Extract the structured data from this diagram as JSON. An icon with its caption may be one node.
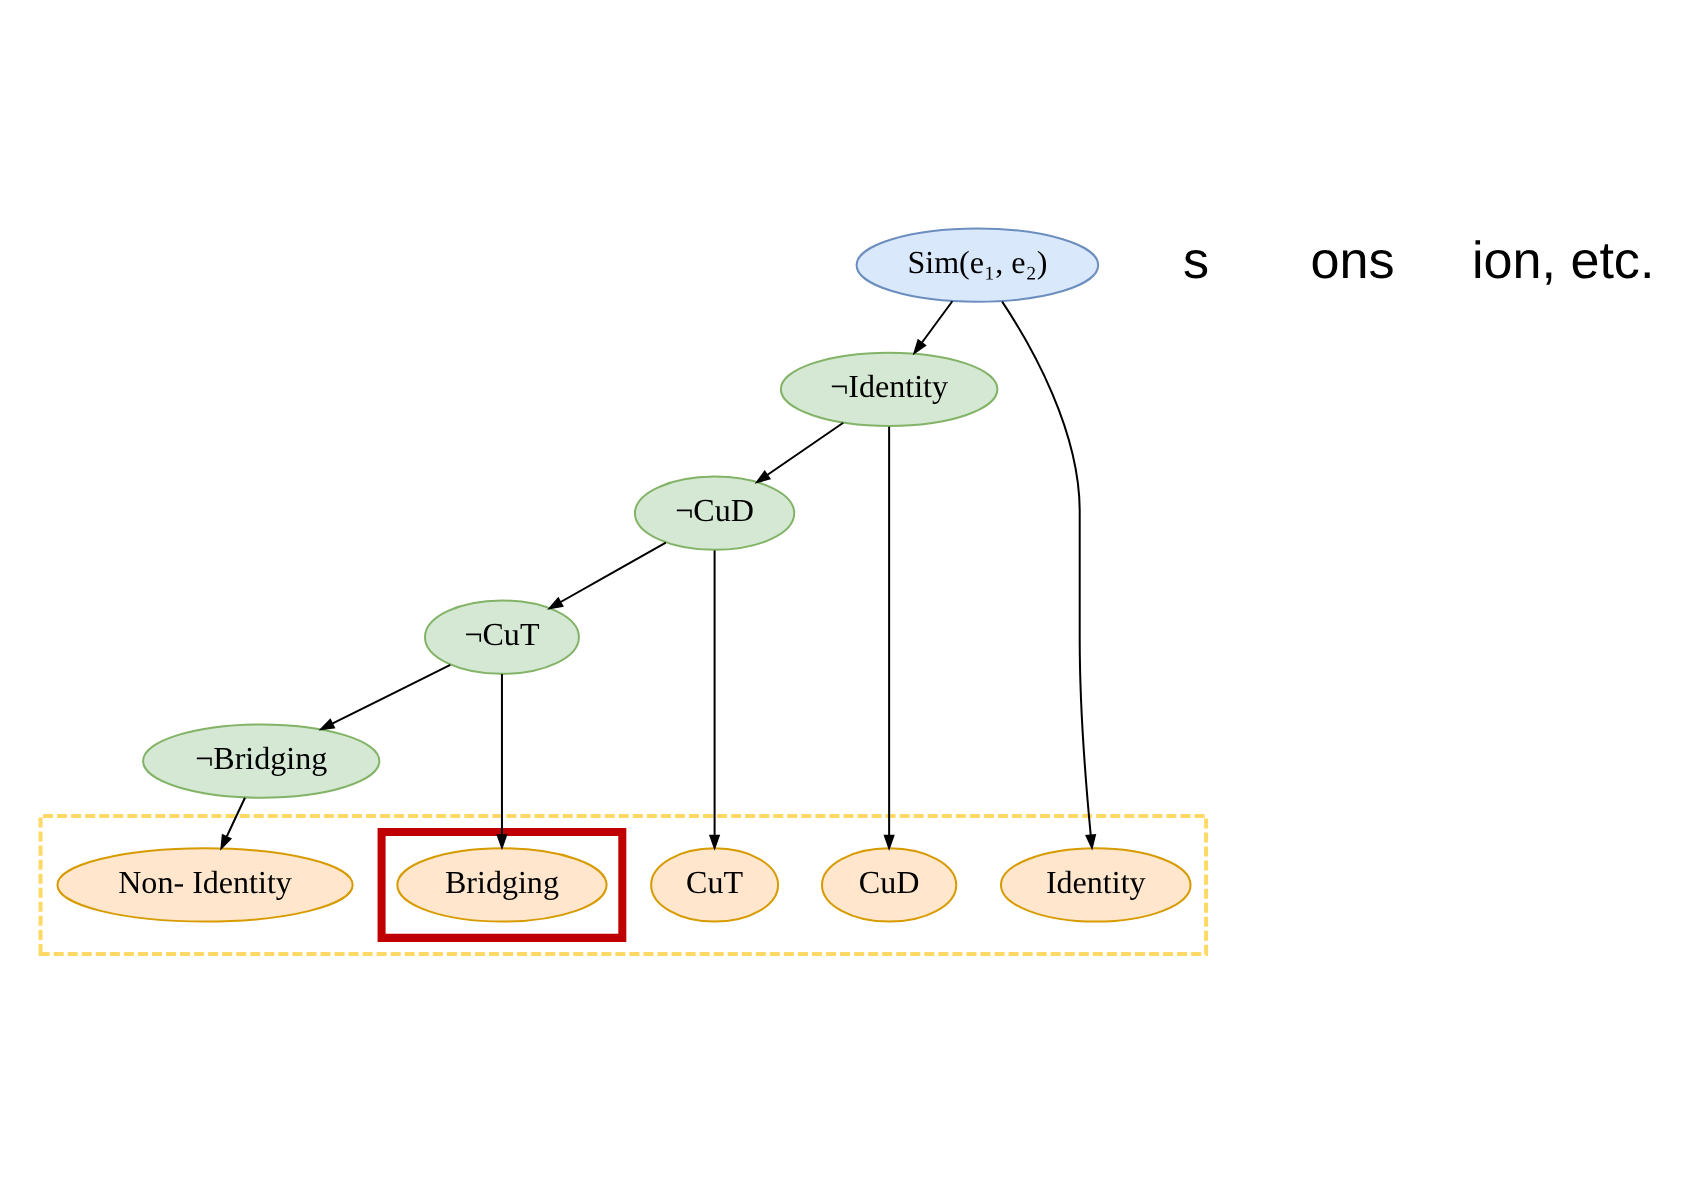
{
  "diagram": {
    "nodes": [
      {
        "text": [
          "Sim(e₁, e₂)"
        ]
      },
      {
        "text": [
          "¬Identity"
        ]
      },
      {
        "text": [
          "¬CuD"
        ]
      },
      {
        "text": [
          "¬CuT"
        ]
      },
      {
        "text": [
          "¬Bridging"
        ]
      },
      {
        "text": [],
        "shape": "box"
      },
      {
        "text": [
          "Identity"
        ],
        "in": 5
      },
      {
        "text": [
          "CuD"
        ],
        "in": 5
      },
      {
        "text": [
          "CuT"
        ],
        "in": 5
      },
      {
        "text": [],
        "shape": "box",
        "in": 5
      },
      {
        "text": [
          "Bridging"
        ],
        "in": 9
      },
      {
        "text": [
          "Non- Identity"
        ],
        "in": 5
      }
    ],
    "edges": [
      {
        "from": 0,
        "to": 1,
        "arrow": "to"
      },
      {
        "from": 1,
        "to": 2,
        "arrow": "to"
      },
      {
        "from": 2,
        "to": 3,
        "arrow": "to"
      },
      {
        "from": 3,
        "to": 4,
        "arrow": "to"
      },
      {
        "from": 0,
        "to": 6,
        "arrow": "to"
      },
      {
        "from": 1,
        "to": 7,
        "arrow": "to"
      },
      {
        "from": 2,
        "to": 8,
        "arrow": "to"
      },
      {
        "from": 3,
        "to": 10,
        "arrow": "to"
      },
      {
        "from": 4,
        "to": 11,
        "arrow": "to"
      }
    ],
    "labels": [
      "s",
      "ons",
      "ion, etc."
    ]
  }
}
